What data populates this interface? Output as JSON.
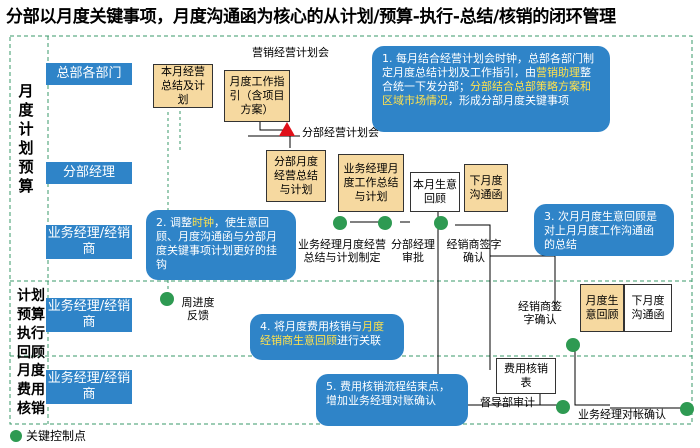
{
  "title": "分部以月度关键事项，月度沟通函为核心的从计划/预算-执行-总结/核销的闭环管理",
  "sections": {
    "monthly_plan": "月度计划预算",
    "execution": "计划预算执行回顾",
    "expense": "月度费用核销"
  },
  "roles": {
    "hq": "总部各部门",
    "branch_manager": "分部经理",
    "biz_dealer_1": "业务经理/经销商",
    "biz_dealer_2": "业务经理/经销商",
    "biz_dealer_3": "业务经理/经销商"
  },
  "docs": {
    "monthly_summary_plan": "本月经营总结及计划",
    "monthly_work_guide": "月度工作指引（含项目方案）",
    "branch_summary_plan": "分部月度经营总结与计划",
    "biz_summary_plan": "业务经理月度工作总结与计划",
    "month_review": "本月生意回顾",
    "next_month_letter": "下月度沟通函",
    "monthly_review": "月度生意回顾",
    "next_month_letter_2": "下月度沟通函",
    "expense_table": "费用核销表"
  },
  "labels": {
    "meeting_top": "营销经营计划会",
    "meeting_branch": "分部经营计划会",
    "biz_plan_draft": "业务经理月度经营总结与计划制定",
    "branch_approval": "分部经理审批",
    "dealer_sign": "经销商签字确认",
    "weekly_feedback": "周进度反馈",
    "dealer_sign_2": "经销商签字确认",
    "audit": "督导部审计",
    "biz_confirm": "业务经理对帐确认",
    "legend": "关键控制点"
  },
  "callouts": {
    "c1_a": "1. 每月结合经营计划会时钟，总部各部门制定月度总结计划及工作指引，由",
    "c1_hl1": "营销助理",
    "c1_b": "整合统一下发分部；",
    "c1_hl2": "分部结合总部策略方案和区域市场情况",
    "c1_c": "，形成分部月度关键事项",
    "c2_a": "2. 调整",
    "c2_hl": "时钟",
    "c2_b": "，使生意回顾、月度沟通函与分部月度关键事项计划更好的挂钩",
    "c3": "3. 次月月度生意回顾是对上月月度工作沟通函的总结",
    "c4_a": "4. 将月度费用核销与",
    "c4_hl": "月度经销商生意回顾",
    "c4_b": "进行关联",
    "c5": "5. 费用核销流程结束点，增加业务经理对账确认"
  },
  "colors": {
    "role_box": "#2f84c8",
    "callout": "#2f84c8",
    "highlight": "#ffe14d",
    "doc_fill": "#f6d9a0",
    "control_point": "#2e9a52",
    "milestone": "#e0101a"
  }
}
